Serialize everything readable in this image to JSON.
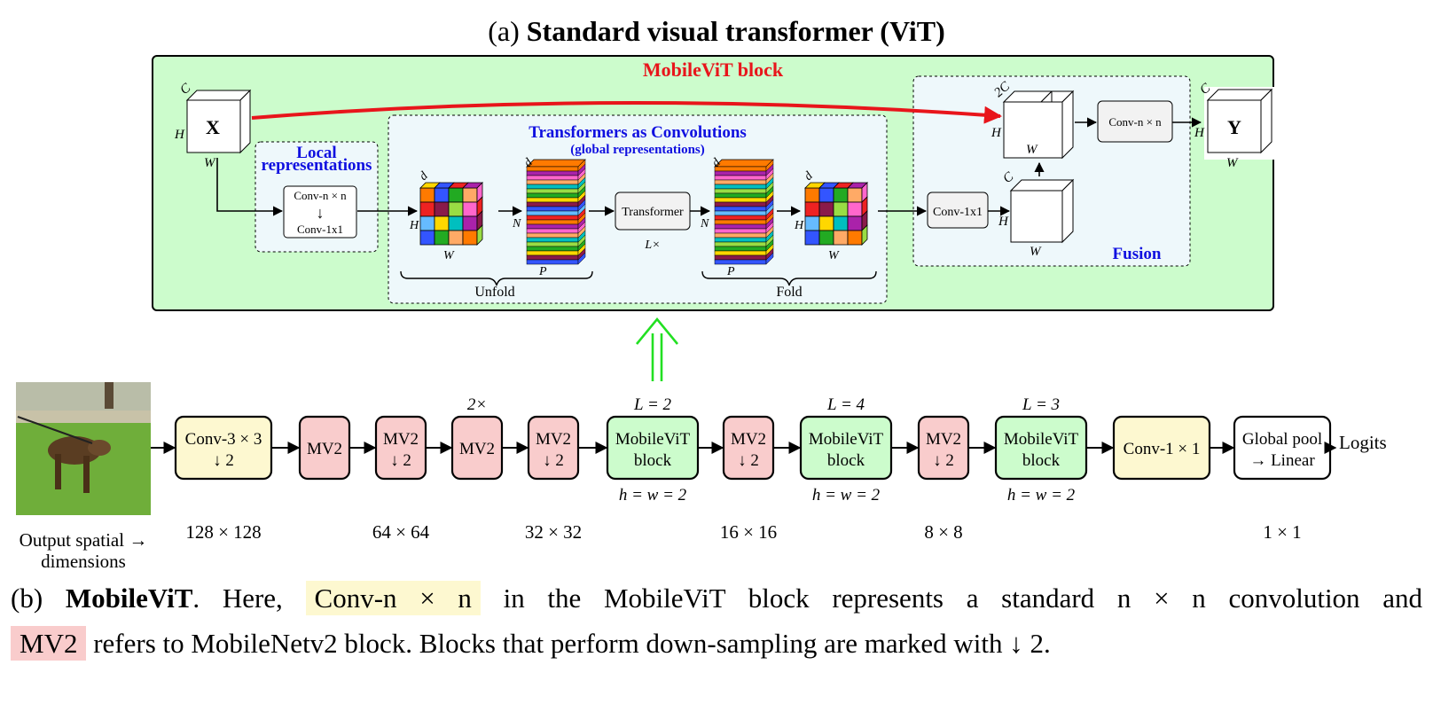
{
  "title_prefix": "(a) ",
  "title_bold": "Standard visual transformer (ViT)",
  "top_panel": {
    "block_title": "MobileViT block",
    "input_label": "X",
    "output_label": "Y",
    "dim_C": "C",
    "dim_2C": "2C",
    "dim_H": "H",
    "dim_W": "W",
    "dim_d": "d",
    "dim_N": "N",
    "dim_P": "P",
    "local_title_1": "Local",
    "local_title_2": "representations",
    "local_conv_top": "Conv-n × n",
    "local_conv_bottom": "Conv-1x1",
    "global_title_1": "Transformers as Convolutions",
    "global_title_2": "(global representations)",
    "transformer_label": "Transformer",
    "transformer_repeat": "L×",
    "unfold_label": "Unfold",
    "fold_label": "Fold",
    "fusion_title": "Fusion",
    "fusion_conv1": "Conv-1x1",
    "fusion_convn": "Conv-n × n"
  },
  "pipeline": {
    "blocks": [
      {
        "line1": "Conv-3 × 3",
        "line2": "↓ 2",
        "kind": "conv"
      },
      {
        "line1": "MV2",
        "line2": "",
        "kind": "mv2"
      },
      {
        "line1": "MV2",
        "line2": "↓ 2",
        "kind": "mv2",
        "above": ""
      },
      {
        "line1": "MV2",
        "line2": "",
        "kind": "mv2",
        "above": "2×"
      },
      {
        "line1": "MV2",
        "line2": "↓ 2",
        "kind": "mv2"
      },
      {
        "line1": "MobileViT",
        "line2": "block",
        "kind": "vit",
        "above": "L = 2",
        "below": "h = w = 2"
      },
      {
        "line1": "MV2",
        "line2": "↓ 2",
        "kind": "mv2"
      },
      {
        "line1": "MobileViT",
        "line2": "block",
        "kind": "vit",
        "above": "L = 4",
        "below": "h = w = 2"
      },
      {
        "line1": "MV2",
        "line2": "↓ 2",
        "kind": "mv2"
      },
      {
        "line1": "MobileViT",
        "line2": "block",
        "kind": "vit",
        "above": "L = 3",
        "below": "h = w = 2"
      },
      {
        "line1": "Conv-1 × 1",
        "line2": "",
        "kind": "conv"
      },
      {
        "line1": "Global pool",
        "line2": "→ Linear",
        "kind": "plain"
      }
    ],
    "logits_label": "Logits",
    "output_label_1": "Output spatial →",
    "output_label_2": "dimensions",
    "spatial_dims": [
      "128 × 128",
      "64 × 64",
      "32 × 32",
      "16 × 16",
      "8 × 8",
      "1 × 1"
    ]
  },
  "caption": {
    "part_label": "(b) ",
    "model_name": "MobileViT",
    "here": ". Here, ",
    "conv_chip": "Conv-n × n",
    "line1_rest": " in the MobileViT block represents a standard n × n convolution and",
    "mv2_chip": "MV2",
    "line2_rest": " refers to MobileNetv2 block. Blocks that perform down-sampling are marked with ↓ 2."
  },
  "colors": {
    "panel_bg": "#ccfccc",
    "conv_fill": "#fdf8d0",
    "mv2_fill": "#f9cccc",
    "vit_fill": "#ccfccc",
    "red_arrow": "#e8151b",
    "green_arrow": "#22e022",
    "blue_text": "#1010e0",
    "red_text": "#e8151b"
  },
  "patch_palette": [
    "#ff7a00",
    "#ffd700",
    "#ff66cc",
    "#3355ff",
    "#00bfbf",
    "#ee2222",
    "#22aa22",
    "#aa22aa",
    "#8a1a4a",
    "#ffaa66",
    "#66bbff",
    "#99dd44"
  ]
}
